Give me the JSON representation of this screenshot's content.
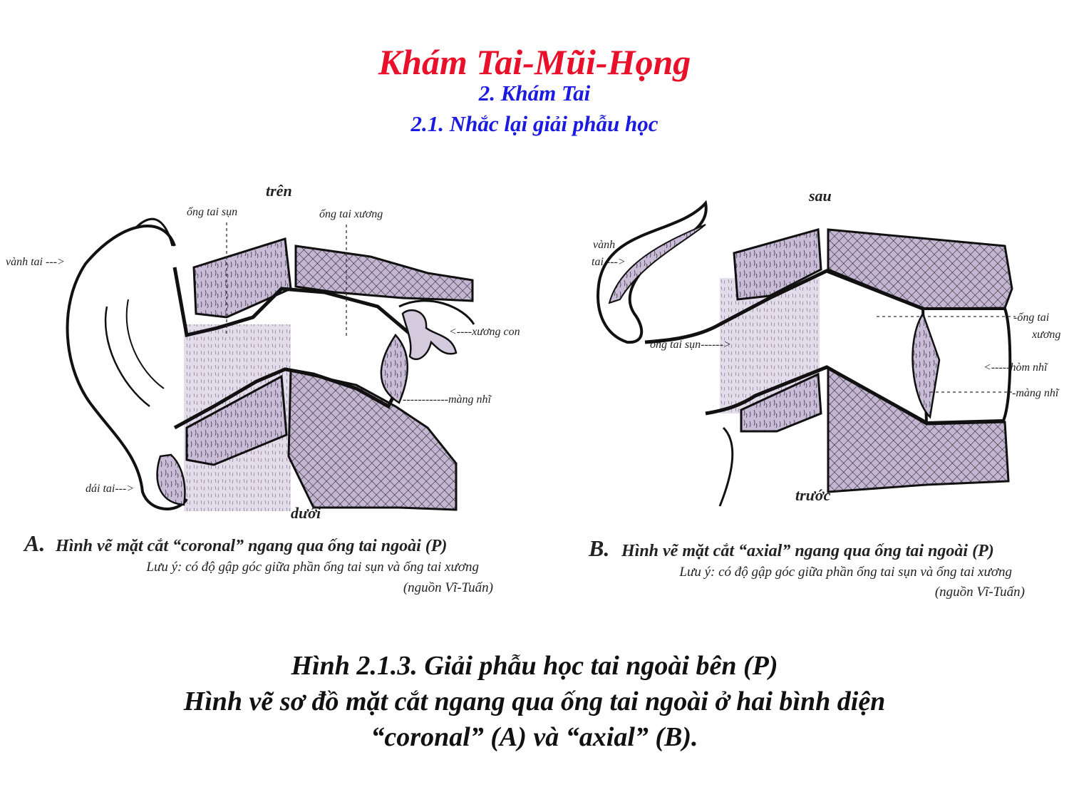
{
  "header": {
    "title": "Khám Tai-Mũi-Họng",
    "section": "2. Khám Tai",
    "subsection": "2.1. Nhắc lại giải phẫu học"
  },
  "figure_a": {
    "labels": {
      "top": "trên",
      "bottom": "dưới",
      "auricle": "vành tai --->",
      "cartilage_canal": "ống tai sụn",
      "bony_canal": "ống tai xương",
      "ossicles": "<----xương con",
      "eardrum": "------------màng nhĩ",
      "earlobe": "dái tai--->"
    },
    "caption": {
      "letter": "A.",
      "text": "Hình vẽ mặt cắt “coronal” ngang qua ống tai ngoài (P)",
      "note": "Lưu ý: có độ gập góc giữa phần ống tai sụn và ống tai xương",
      "source": "(nguồn Vĩ-Tuấn)"
    }
  },
  "figure_b": {
    "labels": {
      "top": "sau",
      "bottom": "trước",
      "auricle_1": "vành",
      "auricle_2": "tai --->",
      "cartilage_canal": "ống tai sụn------>",
      "bony_canal_1": "-ống tai",
      "bony_canal_2": "xương",
      "middle_ear": "<-----hòm nhĩ",
      "eardrum": "-màng nhĩ"
    },
    "caption": {
      "letter": "B.",
      "text": "Hình vẽ mặt cắt “axial” ngang qua ống tai ngoài (P)",
      "note": "Lưu ý: có độ gập góc giữa phần ống tai sụn và ống tai xương",
      "source": "(nguồn Vĩ-Tuấn)"
    }
  },
  "footer": {
    "line1": "Hình 2.1.3.   Giải phẫu học tai ngoài bên (P)",
    "line2": "Hình vẽ sơ đồ mặt cắt ngang qua ống tai ngoài ở hai bình diện",
    "line3": "“coronal” (A) và “axial” (B)."
  },
  "colors": {
    "title": "#e8102a",
    "subtitle": "#1a1ae0",
    "tissue": "#c9bdd6",
    "outline": "#111111"
  }
}
